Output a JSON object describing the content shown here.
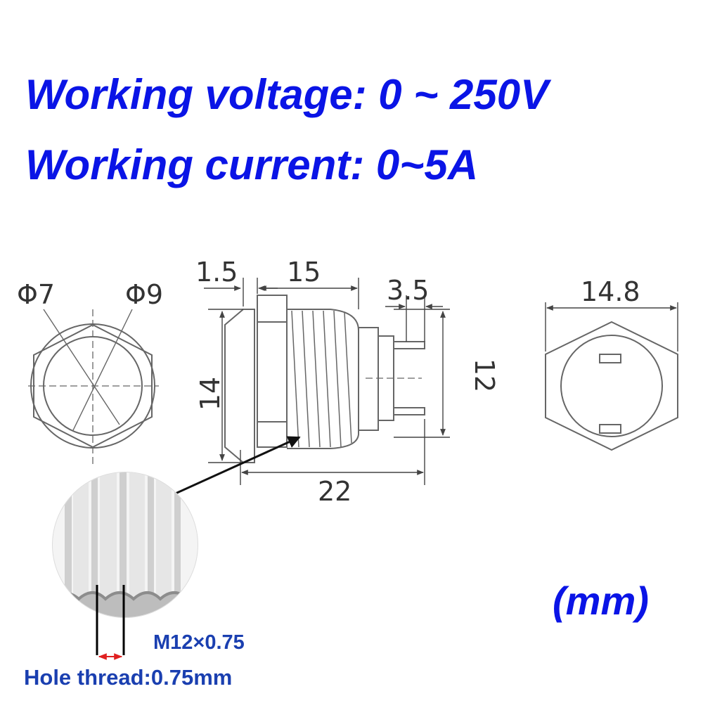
{
  "header": {
    "voltage": "Working voltage: 0 ~ 250V",
    "current": "Working current: 0~5A"
  },
  "dimensions": {
    "phi7": "Φ7",
    "phi9": "Φ9",
    "d1_5": "1.5",
    "d15": "15",
    "d3_5": "3.5",
    "d14": "14",
    "d12": "12",
    "d22": "22",
    "d14_8": "14.8"
  },
  "unit": "(mm)",
  "thread": {
    "spec": "M12×0.75",
    "hole": "Hole thread:0.75mm"
  },
  "colors": {
    "headline": "#0a14e6",
    "annotation": "#1a3fb0",
    "line": "#555555",
    "arrow": "#e02020"
  }
}
